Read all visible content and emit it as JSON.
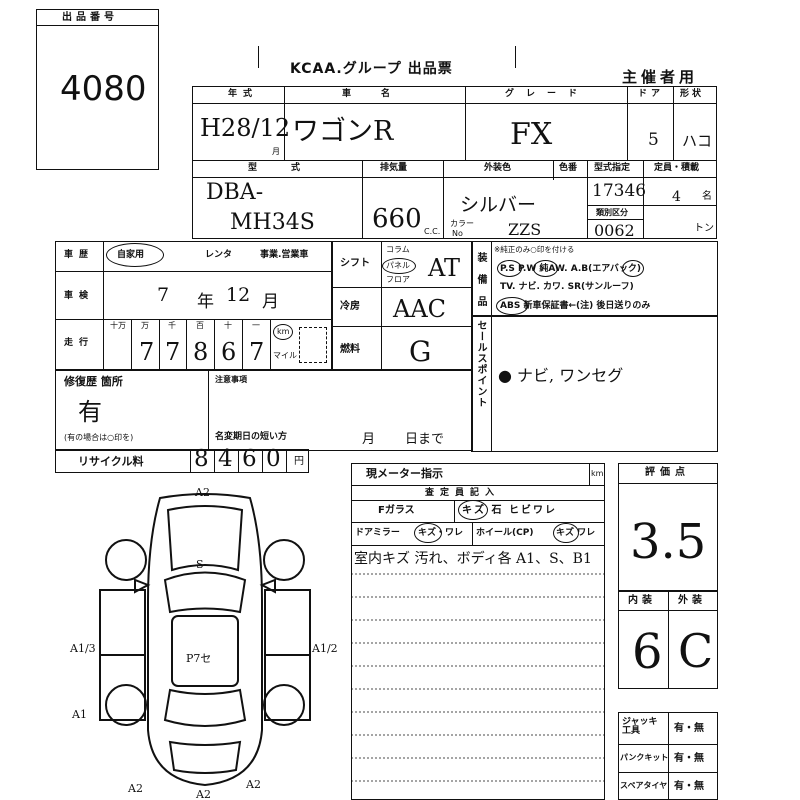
{
  "lot": {
    "label": "出品番号",
    "number": "4080"
  },
  "header": {
    "title": "KCAA.グループ 出品票",
    "organizer": "主催者用"
  },
  "car": {
    "year_label": "年式",
    "year": "H28/12",
    "month_unit": "月",
    "name_label": "車名",
    "name": "ワゴンR",
    "grade_label": "グレード",
    "grade": "FX",
    "doors_label": "ドア",
    "doors": "5",
    "shape_label": "形状",
    "shape": "ハコ",
    "model_label": "型式",
    "model_1": "DBA-",
    "model_2": "MH34S",
    "displacement_label": "排気量",
    "displacement": "660",
    "cc_unit": "C.C.",
    "color_label": "外装色",
    "color_no_label": "色番",
    "color": "シルバー",
    "color_code_label": "カラー",
    "color_code_label_2": "No",
    "color_code": "ZZS",
    "type_designation_label": "型式指定",
    "type_designation": "17346",
    "class_label": "類別区分",
    "class_code": "0062",
    "capacity_label": "定員・積載",
    "capacity": "4",
    "persons_unit": "名",
    "ton_unit": "トン"
  },
  "usage": {
    "label": "車歴",
    "private": "自家用",
    "rental": "レンタ",
    "business": "事業.営業車",
    "inspection_label": "車検",
    "inspection_year": "7",
    "year_unit": "年",
    "inspection_month": "12",
    "month_unit": "月"
  },
  "mileage": {
    "label": "走行",
    "units": [
      "十万",
      "万",
      "千",
      "百",
      "十",
      "一"
    ],
    "digits": [
      "",
      "7",
      "7",
      "8",
      "6",
      "7"
    ],
    "km_label": "km",
    "mile_label": "マイル"
  },
  "drive": {
    "shift_label": "シフト",
    "shift_column": "コラム",
    "shift_panel": "パネル",
    "shift_floor": "フロア",
    "shift": "AT",
    "ac_label": "冷房",
    "ac": "AAC",
    "fuel_label": "燃料",
    "fuel": "G"
  },
  "equipment": {
    "label": "装備品",
    "note": "※純正のみ○印を付ける",
    "line1": "P.S  P.W  純AW.  A.B(エアバック)",
    "line2": "TV. ナビ. カワ. SR(サンルーフ)",
    "line3": "ABS  新車保証書←(注) 後日送りのみ"
  },
  "sales_point": {
    "label": "セールスポイント",
    "text": "● ナビ, ワンセグ"
  },
  "repair": {
    "label": "修復歴 箇所",
    "value": "有",
    "note": "(有の場合は○印を)",
    "caution_label": "注意事項",
    "transfer_label": "名変期日の短い方",
    "month": "月",
    "day": "日まで"
  },
  "recycle": {
    "label": "リサイクル料",
    "digits": [
      "8",
      "4",
      "6",
      "0"
    ],
    "unit": "円"
  },
  "meter": {
    "label": "現メーター指示",
    "km": "km"
  },
  "inspector": {
    "title": "査定員記入",
    "glass_label": "Fガラス",
    "glass_options": "キズ 石 ヒビワレ",
    "mirror_label": "ドアミラー",
    "mirror_options": "キズ・ワレ",
    "wheel_label": "ホイール(CP)",
    "wheel_options": "キズ ワレ",
    "notes": "室内キズ 汚れ、ボディ各 A1、S、B1"
  },
  "score": {
    "label": "評価点",
    "value": "3.5",
    "interior_label": "内装",
    "exterior_label": "外装",
    "interior": "6",
    "exterior": "C"
  },
  "accessories": {
    "jack_label": "ジャッキ 工具",
    "jack_value": "有・無",
    "puncture_label": "パンクキット",
    "puncture_value": "有・無",
    "spare_label": "スペアタイヤ",
    "spare_value": "有・無"
  },
  "diagram": {
    "marks": [
      "A2",
      "S",
      "P7セ",
      "A1/3",
      "A1/2",
      "A1",
      "A2",
      "A2",
      "A2"
    ]
  }
}
